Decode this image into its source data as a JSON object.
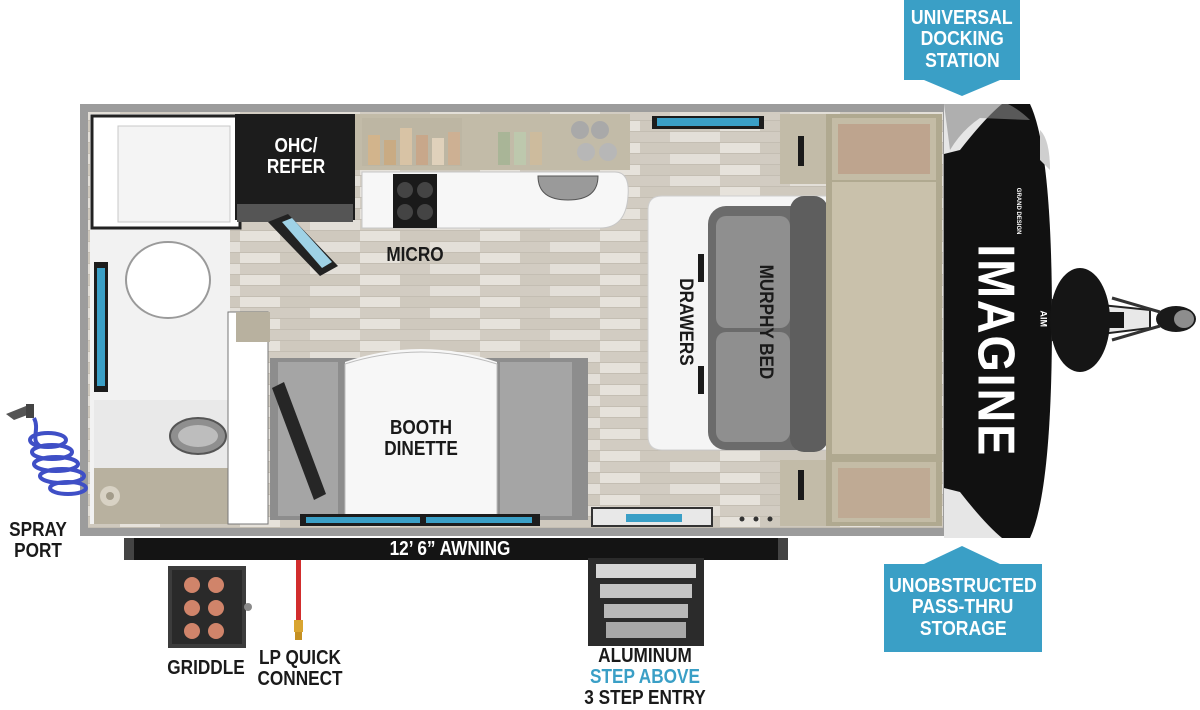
{
  "labels": {
    "ohc_refer_line1": "OHC/",
    "ohc_refer_line2": "REFER",
    "micro": "MICRO",
    "drawers": "DRAWERS",
    "murphy_bed": "MURPHY BED",
    "booth_dinette_line1": "BOOTH",
    "booth_dinette_line2": "DINETTE",
    "awning": "12’ 6” AWNING",
    "spray_port_line1": "SPRAY",
    "spray_port_line2": "PORT",
    "griddle": "GRIDDLE",
    "lp_line1": "LP QUICK",
    "lp_line2": "CONNECT",
    "step_line1": "ALUMINUM",
    "step_line2": "STEP ABOVE",
    "step_line3": "3 STEP ENTRY"
  },
  "callouts": {
    "docking_line1": "UNIVERSAL",
    "docking_line2": "DOCKING",
    "docking_line3": "STATION",
    "storage_line1": "UNOBSTRUCTED",
    "storage_line2": "PASS-THRU",
    "storage_line3": "STORAGE"
  },
  "brand": {
    "name": "IMAGINE",
    "sub": "AIM",
    "maker": "GRAND DESIGN"
  },
  "colors": {
    "callout": "#3a9fc6",
    "step_accent": "#3a9fc6",
    "floor": "#d9d4cc",
    "cabinet": "#b9b29f",
    "front_cap": "#111111"
  }
}
